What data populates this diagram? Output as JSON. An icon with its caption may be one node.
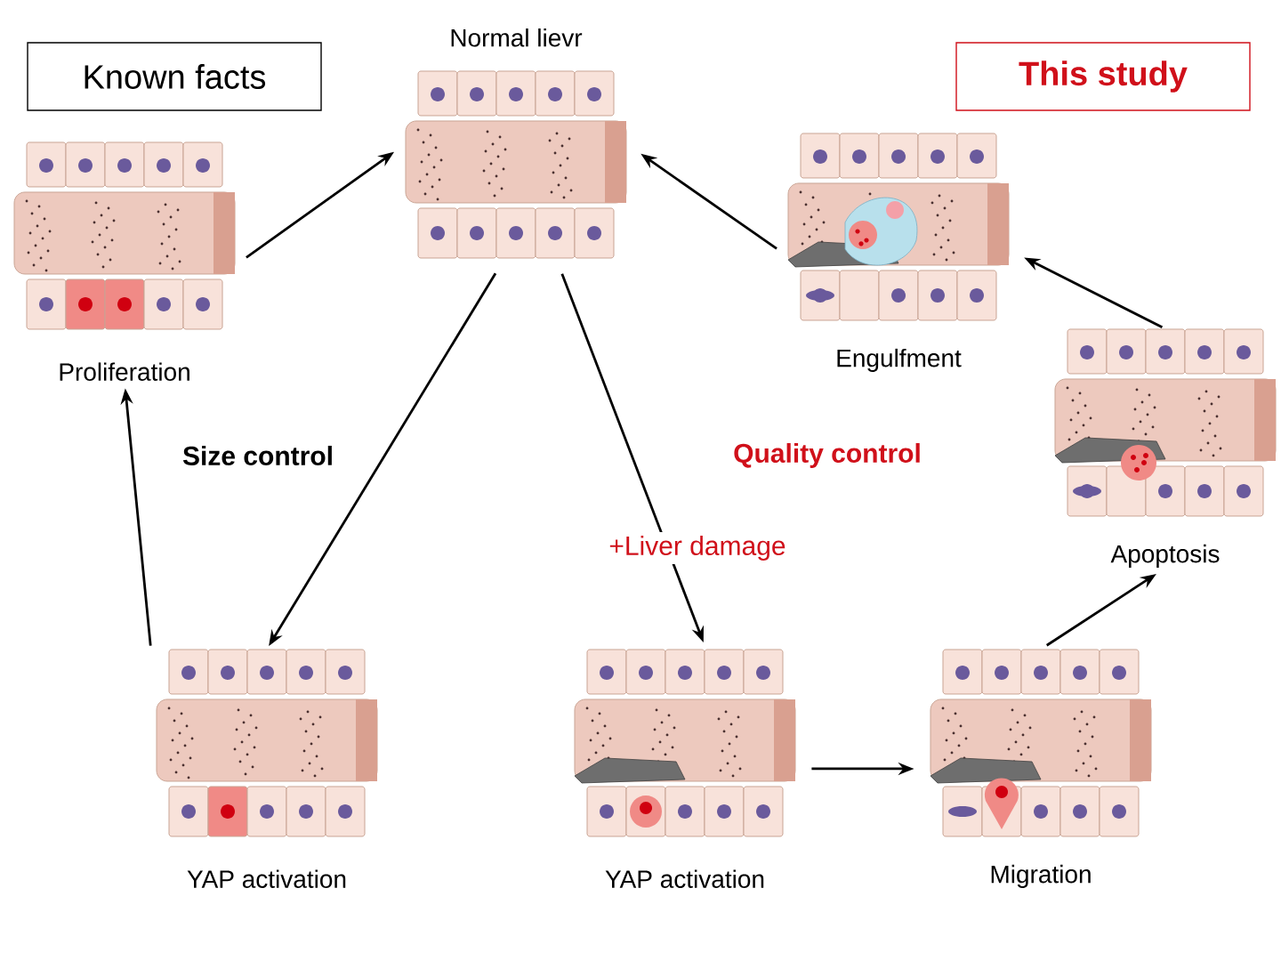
{
  "diagram": {
    "nodes": [
      {
        "text": [
          "Known facts"
        ]
      },
      {
        "text": [
          "This study"
        ]
      },
      {
        "text": [
          "Normal lievr"
        ]
      },
      {
        "text": [
          "Proliferation"
        ]
      },
      {
        "text": [
          "Engulfment"
        ]
      },
      {
        "text": [
          "Apoptosis"
        ]
      },
      {
        "text": [
          "YAP activation"
        ]
      },
      {
        "text": [
          "YAP activation"
        ]
      },
      {
        "text": [
          "Migration"
        ]
      }
    ],
    "edges": [
      {
        "from": 3,
        "to": 2,
        "arrow": "to"
      },
      {
        "from": 4,
        "to": 2,
        "arrow": "to"
      },
      {
        "from": 5,
        "to": 4,
        "arrow": "to"
      },
      {
        "from": 2,
        "to": 6,
        "arrow": "to"
      },
      {
        "from": 2,
        "to": 7,
        "arrow": "to",
        "label": "+Liver damage"
      },
      {
        "from": 6,
        "to": 3,
        "arrow": "to"
      },
      {
        "from": 7,
        "to": 8,
        "arrow": "to"
      },
      {
        "from": 8,
        "to": 5,
        "arrow": "to"
      }
    ],
    "labels": [
      "Size control",
      "Quality control"
    ]
  }
}
